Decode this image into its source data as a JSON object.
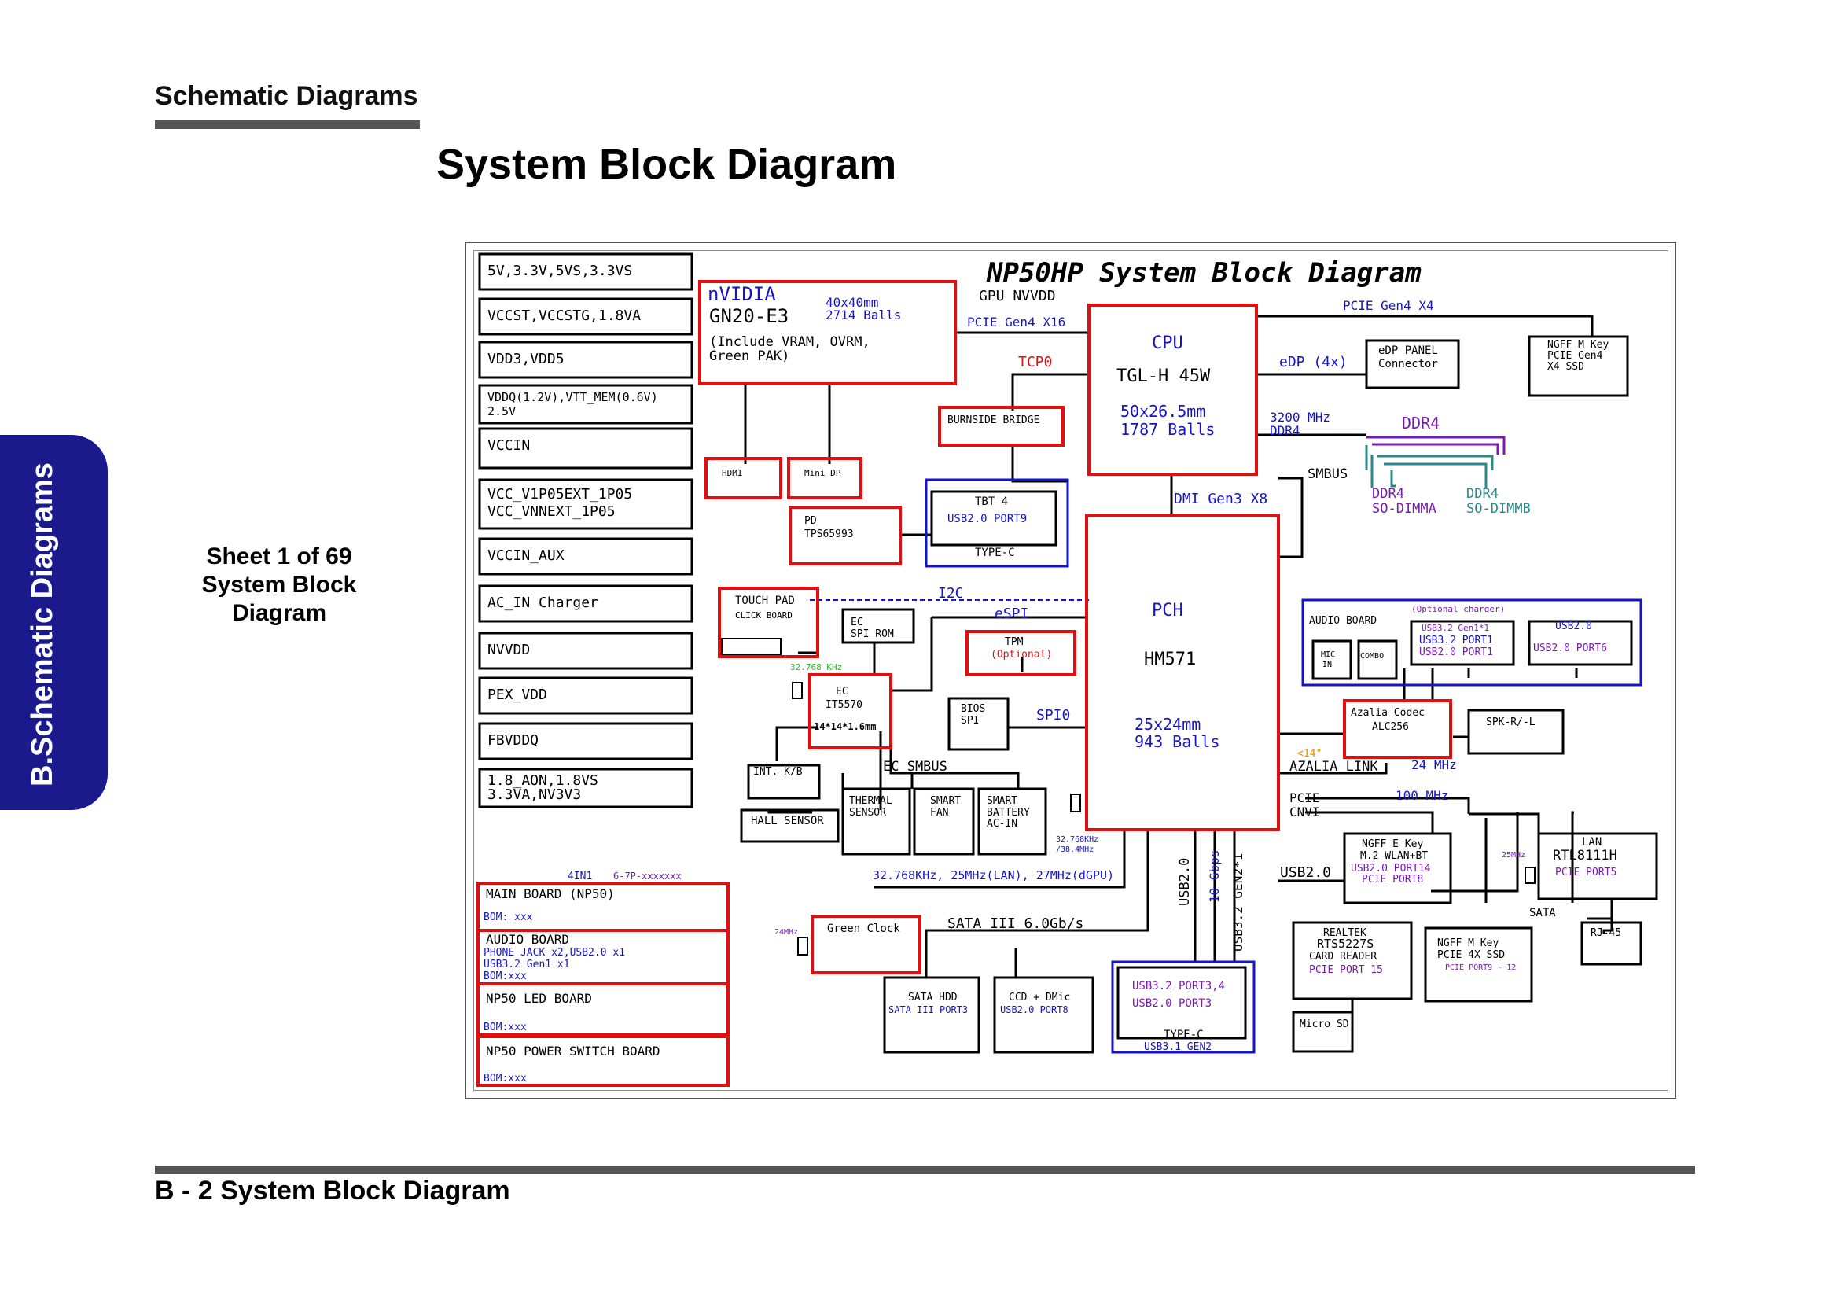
{
  "header": {
    "section": "Schematic  Diagrams",
    "title": "System Block Diagram"
  },
  "side_tab": "B.Schematic Diagrams",
  "sheet": [
    "Sheet 1 of 69",
    "System Block",
    "Diagram"
  ],
  "footer": "B - 2   System Block Diagram",
  "diagram": {
    "title": "NP50HP System Block Diagram",
    "power_rails": [
      "5V,3.3V,5VS,3.3VS",
      "VCCST,VCCSTG,1.8VA",
      "VDD3,VDD5",
      "VDDQ(1.2V),VTT_MEM(0.6V)",
      "2.5V",
      "VCCIN",
      "VCC_V1P05EXT_1P05",
      "VCC_VNNEXT_1P05",
      "VCCIN_AUX",
      "AC_IN Charger",
      "NVVDD",
      "PEX_VDD",
      "FBVDDQ",
      "1.8_AON,1.8VS",
      "3.3VA,NV3V3"
    ],
    "gpu": {
      "brand": "nVIDIA",
      "model": "GN20-E3",
      "size": "40x40mm",
      "balls": "2714 Balls",
      "note1": "(Include VRAM, OVRM,",
      "note2": "Green PAK)",
      "power": "GPU NVVDD"
    },
    "cpu": {
      "label": "CPU",
      "model": "TGL-H 45W",
      "size": "50x26.5mm",
      "balls": "1787 Balls"
    },
    "pch": {
      "label": "PCH",
      "model": "HM571",
      "size": "25x24mm",
      "balls": "943 Balls"
    },
    "buses": {
      "pcie_gen4_x16": "PCIE Gen4 X16",
      "pcie_gen4_x4": "PCIE Gen4 X4",
      "tcp0": "TCP0",
      "edp": "eDP  (4x)",
      "ddr4_speed": "3200 MHz",
      "ddr4_bus": "DDR4",
      "ddr4": "DDR4",
      "dmi": "DMI Gen3 X8",
      "smbus": "SMBUS",
      "i2c": "I2C",
      "espi": "eSPI",
      "spi0": "SPI0",
      "ec_smbus": "EC SMBUS",
      "azalia": "AZALIA LINK",
      "azalia_len": "<14\"",
      "azalia_freq": "24 MHz",
      "pcie": "PCIE",
      "cnvi": "CNVI",
      "pcie_freq": "100 MHz",
      "clocks": "32.768KHz, 25MHz(LAN), 27MHz(dGPU)",
      "sata": "SATA III 6.0Gb/s",
      "usb20_v": "USB2.0",
      "gbps10": "10 Gbps",
      "usb32_v": "USB3.2 GEN2*1",
      "usb20_h": "USB2.0",
      "sata_lbl": "SATA",
      "khz_ec": "32.768 KHz",
      "khz_pch1": "32.768KHz",
      "khz_pch2": "/38.4MHz",
      "mhz24": "24MHz",
      "mhz25": "25MHz"
    },
    "blocks": {
      "hdmi": "HDMI",
      "mini_dp": "Mini DP",
      "burnside": "BURNSIDE BRIDGE",
      "tbt": "TBT 4",
      "tbt_port": "USB2.0 PORT9",
      "type_c": "TYPE-C",
      "pd": "PD",
      "pd_chip": "TPS65993",
      "edp_panel": "eDP PANEL",
      "edp_conn": "Connector",
      "ngff_m1": "NGFF M Key",
      "ngff_m2": "PCIE Gen4",
      "ngff_m3": "X4 SSD",
      "so_dimma1": "DDR4",
      "so_dimma2": "SO-DIMMA",
      "so_dimmb1": "DDR4",
      "so_dimmb2": "SO-DIMMB",
      "touch_pad": "TOUCH PAD",
      "click_board": "CLICK BOARD",
      "ec_rom1": "EC",
      "ec_rom2": "SPI ROM",
      "ec1": "EC",
      "ec2": "IT5570",
      "ec_pkg": "14*14*1.6mm",
      "tpm": "TPM",
      "tpm_opt": "(Optional)",
      "bios1": "BIOS",
      "bios2": "SPI",
      "kb": "INT. K/B",
      "hall": "HALL SENSOR",
      "thermal1": "THERMAL",
      "thermal2": "SENSOR",
      "fan1": "SMART",
      "fan2": "FAN",
      "batt1": "SMART",
      "batt2": "BATTERY",
      "batt3": "AC-IN",
      "green_clock": "Green Clock",
      "sata_hdd1": "SATA HDD",
      "sata_hdd2": "SATA III PORT3",
      "ccd1": "CCD + DMic",
      "ccd2": "USB2.0 PORT8",
      "typec2_1": "USB3.2 PORT3,4",
      "typec2_2": "USB2.0 PORT3",
      "typec2_3": "TYPE-C",
      "typec2_4": "USB3.1 GEN2",
      "audio_board": "AUDIO BOARD",
      "opt_charger": "(Optional charger)",
      "mic1": "MIC",
      "mic2": "IN",
      "combo": "COMBO",
      "usb1_a": "USB3.2 Gen1*1",
      "usb1_b": "USB3.2 PORT1",
      "usb1_c": "USB2.0 PORT1",
      "usb2_a": "USB2.0",
      "usb2_b": "USB2.0 PORT6",
      "codec1": "Azalia Codec",
      "codec2": "ALC256",
      "spk": "SPK-R/-L",
      "ngff_e1": "NGFF E Key",
      "ngff_e2": "M.2 WLAN+BT",
      "ngff_e3": "USB2.0 PORT14",
      "ngff_e4": "PCIE PORT8",
      "lan1": "LAN",
      "lan2": "RTL8111H",
      "lan3": "PCIE PORT5",
      "rj45": "RJ-45",
      "card1": "REALTEK",
      "card2": "RTS5227S",
      "card3": "CARD READER",
      "card4": "PCIE PORT 15",
      "micro_sd": "Micro SD",
      "ssd2_1": "NGFF M Key",
      "ssd2_2": "PCIE 4X SSD",
      "ssd2_3": "PCIE PORT9 ~ 12"
    },
    "boards": {
      "header1": "4IN1",
      "header2": "6-7P-xxxxxxx",
      "main": "MAIN BOARD  (NP50)",
      "main_bom": "BOM: xxx",
      "audio": "AUDIO BOARD",
      "audio_l1": "PHONE JACK x2,USB2.0 x1",
      "audio_l2": "USB3.2 Gen1 x1",
      "audio_bom": "BOM:xxx",
      "led": "NP50 LED BOARD",
      "led_bom": "BOM:xxx",
      "power": "NP50 POWER SWITCH BOARD",
      "power_bom": "BOM:xxx"
    },
    "colors": {
      "red": "#e01010",
      "blue": "#1515c8",
      "purple": "#7a1ab4",
      "green": "#20c020",
      "orange": "#e08a00",
      "teal": "#2a8a8a"
    }
  }
}
